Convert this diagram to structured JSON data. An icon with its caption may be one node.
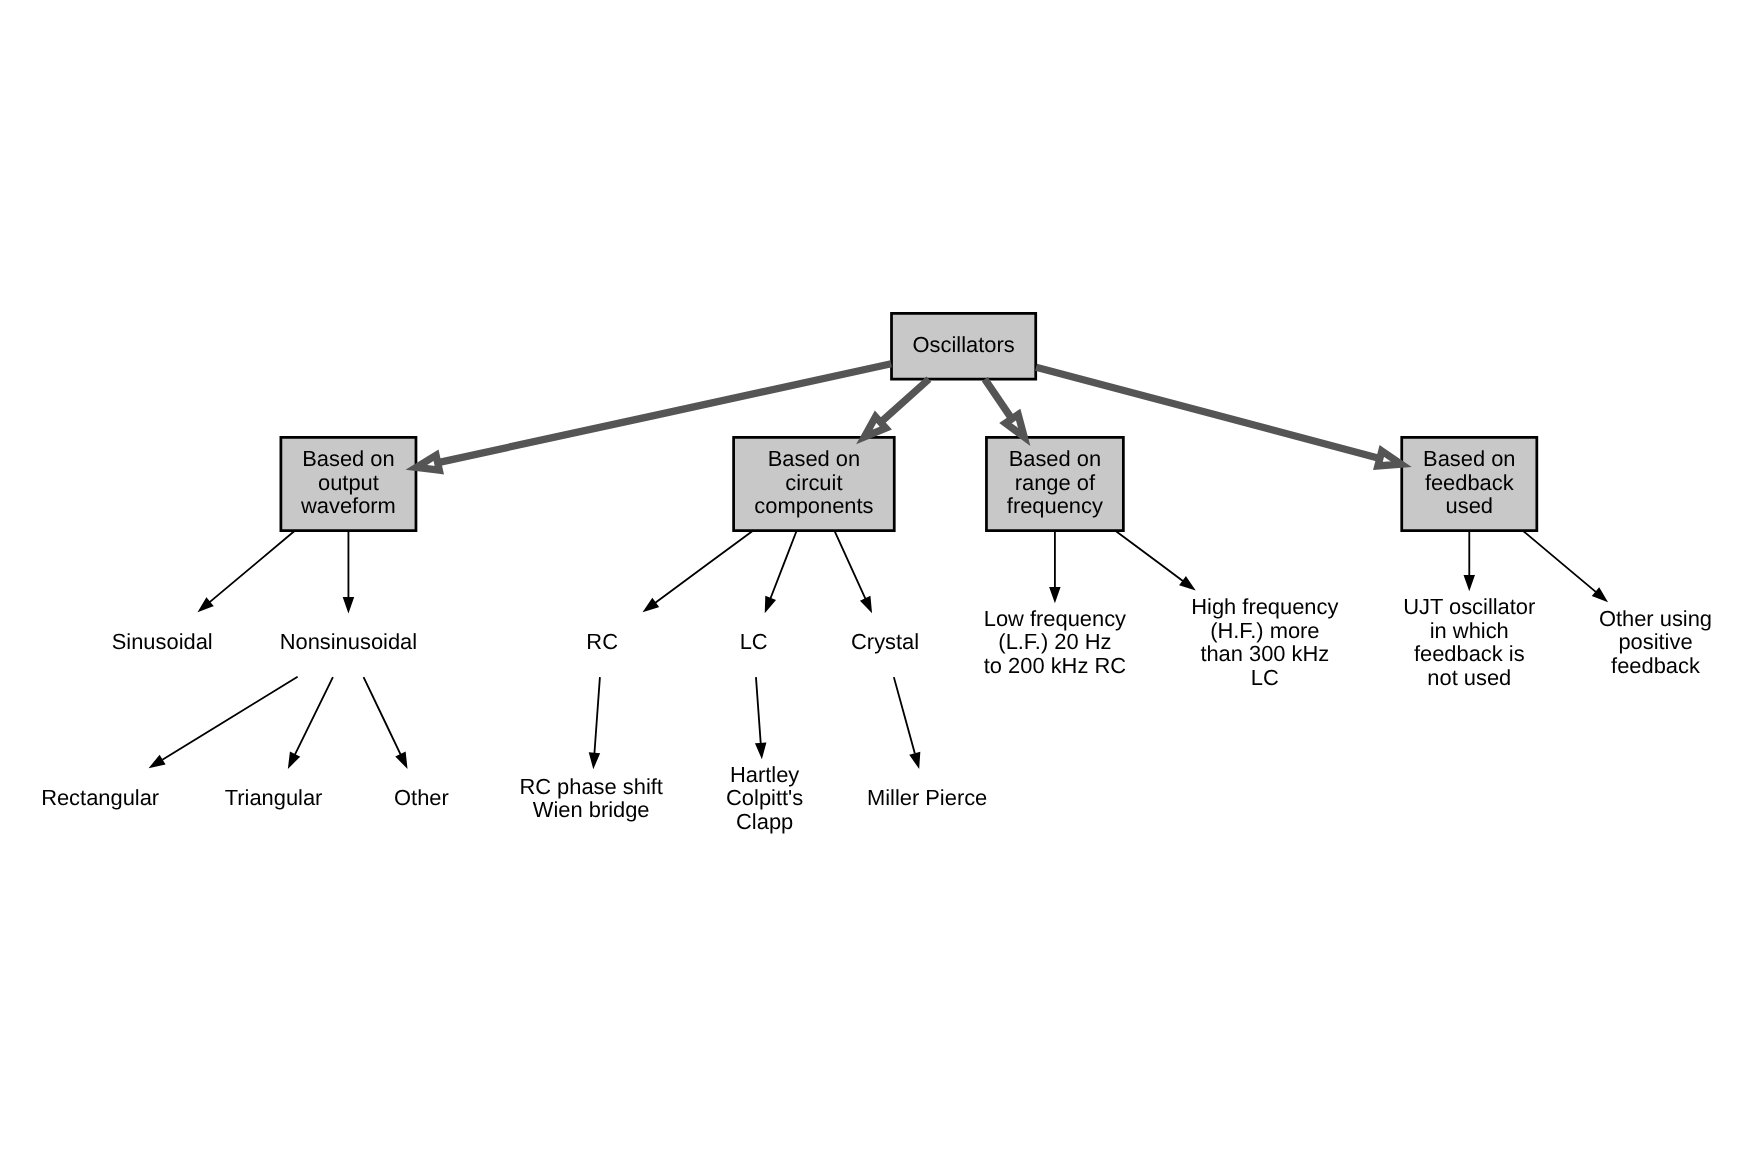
{
  "diagram": {
    "nodes": [
      {
        "text": [
          "Oscillators"
        ]
      },
      {
        "text": [
          "Based on output waveform"
        ]
      },
      {
        "text": [
          "Based on circuit components"
        ]
      },
      {
        "text": [
          "Based on range of frequency"
        ]
      },
      {
        "text": [
          "Based on feedback used"
        ]
      },
      {
        "text": [
          "Sinusoidal"
        ]
      },
      {
        "text": [
          "Nonsinusoidal"
        ]
      },
      {
        "text": [
          "Rectangular"
        ]
      },
      {
        "text": [
          "Triangular"
        ]
      },
      {
        "text": [
          "Other"
        ]
      },
      {
        "text": [
          "Low frequency (L.F.) 20 Hz to 200 kHz RC"
        ]
      },
      {
        "text": [
          "High frequency (H.F.) more than 300 kHz LC"
        ]
      },
      {
        "text": [
          "UJT oscillator in which feedback is not used"
        ]
      },
      {
        "text": [
          "Other using positive feedback"
        ]
      },
      {
        "text": [
          "RC"
        ]
      },
      {
        "text": [
          "LC"
        ]
      },
      {
        "text": [
          "Crystal"
        ]
      },
      {
        "text": [
          "RC phase shift Wien bridge"
        ]
      },
      {
        "text": [
          "Hartley Colpitt's Clapp"
        ]
      },
      {
        "text": [
          "Miller Pierce"
        ]
      }
    ],
    "edges": [
      {
        "from": 0,
        "to": 1,
        "arrow": "to",
        "style": "thick"
      },
      {
        "from": 0,
        "to": 2,
        "arrow": "to",
        "style": "thick"
      },
      {
        "from": 0,
        "to": 3,
        "arrow": "to",
        "style": "thick"
      },
      {
        "from": 0,
        "to": 4,
        "arrow": "to",
        "style": "thick"
      },
      {
        "from": 1,
        "to": 5,
        "arrow": "to"
      },
      {
        "from": 1,
        "to": 6,
        "arrow": "to"
      },
      {
        "from": 6,
        "to": 7,
        "arrow": "to"
      },
      {
        "from": 6,
        "to": 8,
        "arrow": "to"
      },
      {
        "from": 6,
        "to": 9,
        "arrow": "to"
      },
      {
        "from": 3,
        "to": 10,
        "arrow": "to"
      },
      {
        "from": 3,
        "to": 11,
        "arrow": "to"
      },
      {
        "from": 4,
        "to": 12,
        "arrow": "to"
      },
      {
        "from": 4,
        "to": 13,
        "arrow": "to"
      },
      {
        "from": 2,
        "to": 14,
        "arrow": "to"
      },
      {
        "from": 2,
        "to": 15,
        "arrow": "to"
      },
      {
        "from": 2,
        "to": 16,
        "arrow": "to"
      },
      {
        "from": 14,
        "to": 17,
        "arrow": "to"
      },
      {
        "from": 15,
        "to": 18,
        "arrow": "to"
      },
      {
        "from": 16,
        "to": 19,
        "arrow": "to"
      }
    ]
  }
}
